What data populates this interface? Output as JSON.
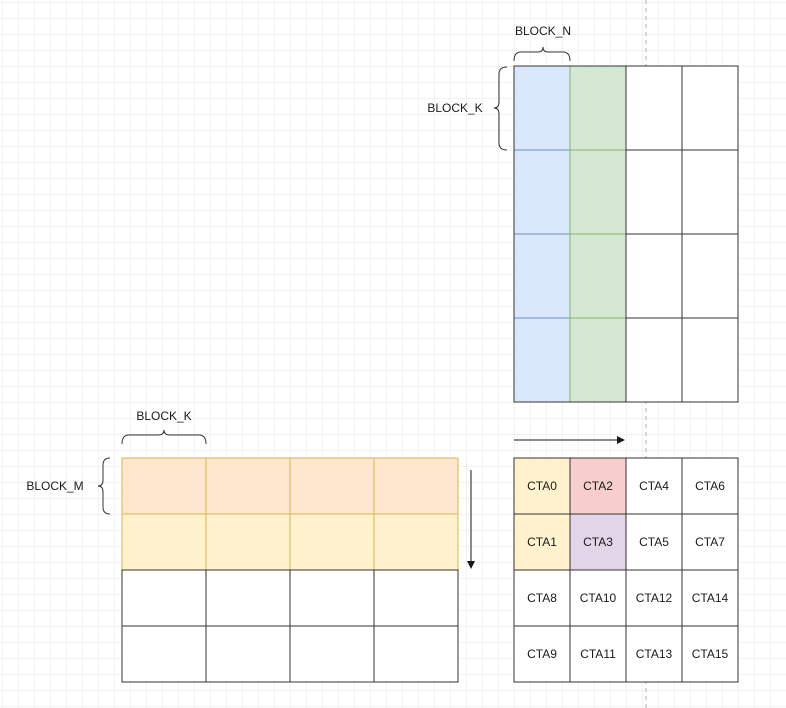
{
  "labels": {
    "block_n": "BLOCK_N",
    "block_k_top": "BLOCK_K",
    "block_k_left": "BLOCK_K",
    "block_m": "BLOCK_M"
  },
  "matrix_b": {
    "rows": 4,
    "cols": 4,
    "col_colors": [
      "#dae8fc",
      "#d5e8d4",
      "#ffffff",
      "#ffffff"
    ]
  },
  "matrix_a": {
    "rows": 4,
    "cols": 4,
    "row_colors": [
      "#ffe6cc",
      "#fff2cc",
      "#ffffff",
      "#ffffff"
    ]
  },
  "matrix_c": {
    "rows": 4,
    "cols": 4,
    "cells": [
      [
        {
          "label": "CTA0",
          "color": "#fff2cc"
        },
        {
          "label": "CTA2",
          "color": "#f8cecc"
        },
        {
          "label": "CTA4",
          "color": "#ffffff"
        },
        {
          "label": "CTA6",
          "color": "#ffffff"
        }
      ],
      [
        {
          "label": "CTA1",
          "color": "#fff2cc"
        },
        {
          "label": "CTA3",
          "color": "#e1d5e7"
        },
        {
          "label": "CTA5",
          "color": "#ffffff"
        },
        {
          "label": "CTA7",
          "color": "#ffffff"
        }
      ],
      [
        {
          "label": "CTA8",
          "color": "#ffffff"
        },
        {
          "label": "CTA10",
          "color": "#ffffff"
        },
        {
          "label": "CTA12",
          "color": "#ffffff"
        },
        {
          "label": "CTA14",
          "color": "#ffffff"
        }
      ],
      [
        {
          "label": "CTA9",
          "color": "#ffffff"
        },
        {
          "label": "CTA11",
          "color": "#ffffff"
        },
        {
          "label": "CTA13",
          "color": "#ffffff"
        },
        {
          "label": "CTA15",
          "color": "#ffffff"
        }
      ]
    ]
  },
  "colors": {
    "grid_line": "#e6e6e6",
    "cell_border": "#333333",
    "b_blue_border": "#6c8ebf",
    "b_green_border": "#82b366",
    "a_border": "#d6b656",
    "arrow": "#1a1a1a",
    "guide_dash": "#b0b0b0"
  }
}
